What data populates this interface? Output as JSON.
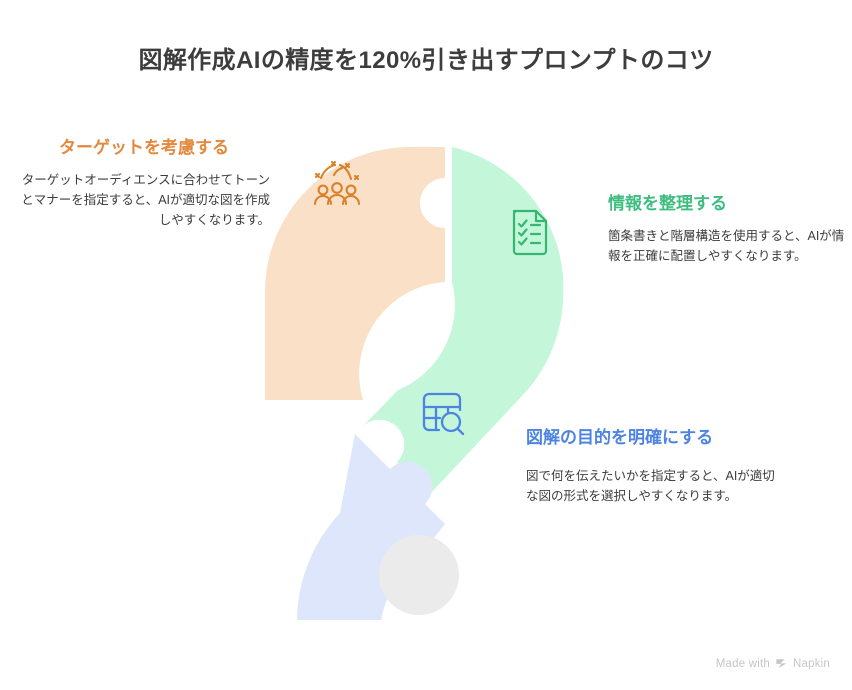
{
  "title": "図解作成AIの精度を120%引き出すプロンプトのコツ",
  "theme": {
    "background": "#ffffff",
    "title_color": "#3d3d3d",
    "body_text_color": "#3c3c3c",
    "dot_color": "#ebebeb"
  },
  "sections": [
    {
      "id": "target",
      "heading": "ターゲットを考慮する",
      "body": "ターゲットオーディエンスに合わせてトーンとマナーを指定すると、AIが適切な図を作成しやすくなります。",
      "icon": "celebration-people-icon",
      "accent": "#e4883c",
      "fill": "#fbe0c8",
      "position": "left"
    },
    {
      "id": "organize",
      "heading": "情報を整理する",
      "body": "箇条書きと階層構造を使用すると、AIが情報を正確に配置しやすくなります。",
      "icon": "checklist-document-icon",
      "accent": "#3fbd80",
      "fill": "#c4f7da",
      "position": "right-top"
    },
    {
      "id": "purpose",
      "heading": "図解の目的を明確にする",
      "body": "図で何を伝えたいかを指定すると、AIが適切な図の形式を選択しやすくなります。",
      "icon": "table-search-icon",
      "accent": "#4d84e2",
      "fill": "#dde6fb",
      "position": "right-bottom"
    }
  ],
  "diagram": {
    "shape": "question-mark-jigsaw",
    "piece_count": 3,
    "dot_shape": "circle"
  },
  "watermark": {
    "prefix": "Made with",
    "brand": "Napkin",
    "logo": "napkin-leaf-icon"
  }
}
